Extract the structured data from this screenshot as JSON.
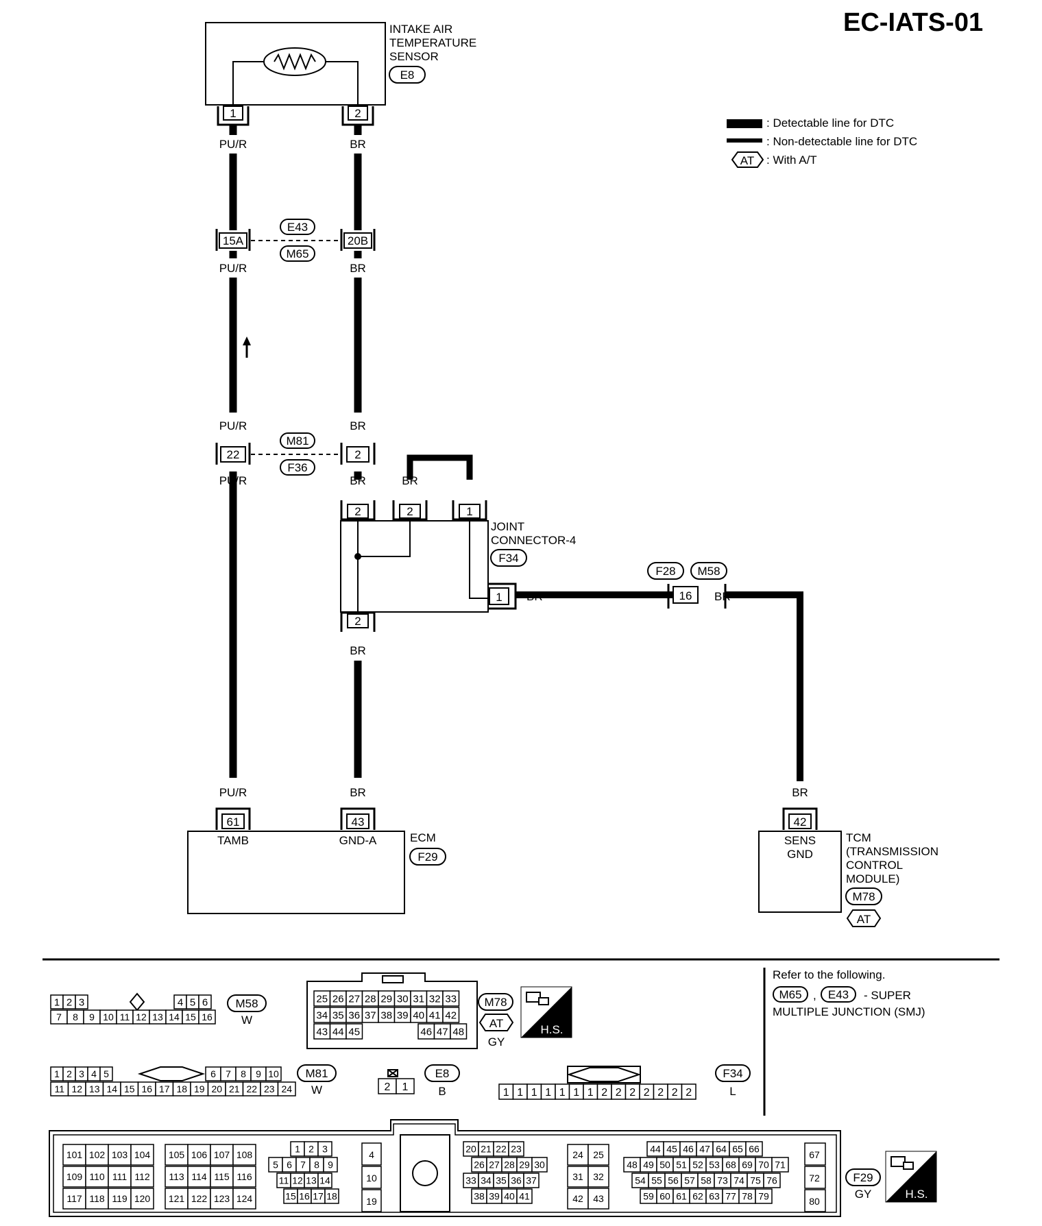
{
  "page_code": "EC-IATS-01",
  "legend": {
    "detectable": ": Detectable line for DTC",
    "non_detectable": ": Non-detectable line for DTC",
    "at_symbol": "AT",
    "at_text": ": With A/T"
  },
  "sensor": {
    "name_line1": "INTAKE AIR",
    "name_line2": "TEMPERATURE",
    "name_line3": "SENSOR",
    "connector": "E8",
    "pin_left": "1",
    "pin_right": "2"
  },
  "wires": {
    "pu_r": "PU/R",
    "br": "BR"
  },
  "junctions": {
    "e43": "E43",
    "m65": "M65",
    "m81": "M81",
    "f36": "F36",
    "pin_15a": "15A",
    "pin_20b": "20B",
    "pin_22": "22",
    "pin_2": "2"
  },
  "joint": {
    "name_line1": "JOINT",
    "name_line2": "CONNECTOR-4",
    "connector": "F34",
    "pin_top_left": "2",
    "pin_top_mid": "2",
    "pin_top_right": "1",
    "pin_side": "1",
    "pin_bottom": "2"
  },
  "inline_f28_m58": {
    "f28": "F28",
    "m58": "M58",
    "pin": "16"
  },
  "ecm": {
    "name": "ECM",
    "connector": "F29",
    "pin_tamb": "61",
    "pin_gnd": "43",
    "tamb": "TAMB",
    "gnd": "GND-A"
  },
  "tcm": {
    "pin": "42",
    "sens": "SENS",
    "gnd": "GND",
    "name_line1": "TCM",
    "name_line2": "(TRANSMISSION",
    "name_line3": "CONTROL",
    "name_line4": "MODULE)",
    "connector": "M78",
    "at": "AT"
  },
  "refer": {
    "line1": "Refer to the following.",
    "m65": "M65",
    "comma": ",",
    "e43": "E43",
    "smj1": "- SUPER",
    "smj2": "MULTIPLE JUNCTION (SMJ)"
  },
  "conn_m58": {
    "id": "M58",
    "color": "W",
    "row1_left": [
      "1",
      "2",
      "3"
    ],
    "row1_right": [
      "4",
      "5",
      "6"
    ],
    "row2": [
      "7",
      "8",
      "9",
      "10",
      "11",
      "12",
      "13",
      "14",
      "15",
      "16"
    ]
  },
  "conn_m78": {
    "id": "M78",
    "at": "AT",
    "color": "GY",
    "hs": "H.S.",
    "row1": [
      "25",
      "26",
      "27",
      "28",
      "29",
      "30",
      "31",
      "32",
      "33"
    ],
    "row2": [
      "34",
      "35",
      "36",
      "37",
      "38",
      "39",
      "40",
      "41",
      "42"
    ],
    "row3_left": [
      "43",
      "44",
      "45"
    ],
    "row3_right": [
      "46",
      "47",
      "48"
    ]
  },
  "conn_m81": {
    "id": "M81",
    "color": "W",
    "row1_left": [
      "1",
      "2",
      "3",
      "4",
      "5"
    ],
    "row1_right": [
      "6",
      "7",
      "8",
      "9",
      "10"
    ],
    "row2": [
      "11",
      "12",
      "13",
      "14",
      "15",
      "16",
      "17",
      "18",
      "19",
      "20",
      "21",
      "22",
      "23",
      "24"
    ]
  },
  "conn_e8": {
    "id": "E8",
    "color": "B",
    "cells": [
      "2",
      "1"
    ]
  },
  "conn_f34": {
    "id": "F34",
    "color": "L",
    "cells": [
      "1",
      "1",
      "1",
      "1",
      "1",
      "1",
      "1",
      "2",
      "2",
      "2",
      "2",
      "2",
      "2",
      "2"
    ]
  },
  "conn_f29": {
    "id": "F29",
    "color": "GY",
    "hs": "H.S.",
    "b1": [
      [
        "101",
        "102",
        "103",
        "104"
      ],
      [
        "109",
        "110",
        "111",
        "112"
      ],
      [
        "117",
        "118",
        "119",
        "120"
      ]
    ],
    "b2": [
      [
        "105",
        "106",
        "107",
        "108"
      ],
      [
        "113",
        "114",
        "115",
        "116"
      ],
      [
        "121",
        "122",
        "123",
        "124"
      ]
    ],
    "b3": [
      [
        "1",
        "2",
        "3"
      ],
      [
        "5",
        "6",
        "7",
        "8",
        "9"
      ],
      [
        "11",
        "12",
        "13",
        "14"
      ],
      [
        "15",
        "16",
        "17",
        "18"
      ]
    ],
    "b4": [
      "4",
      "10",
      "19"
    ],
    "b5": [
      [
        "20",
        "21",
        "22",
        "23"
      ],
      [
        "26",
        "27",
        "28",
        "29",
        "30"
      ],
      [
        "33",
        "34",
        "35",
        "36",
        "37"
      ],
      [
        "38",
        "39",
        "40",
        "41"
      ]
    ],
    "b6": [
      [
        "24",
        "25"
      ],
      [
        "31",
        "32"
      ],
      [
        "42",
        "43"
      ]
    ],
    "b7": [
      [
        "44",
        "45",
        "46",
        "47",
        "64",
        "65",
        "66"
      ],
      [
        "48",
        "49",
        "50",
        "51",
        "52",
        "53",
        "68",
        "69",
        "70",
        "71"
      ],
      [
        "54",
        "55",
        "56",
        "57",
        "58",
        "73",
        "74",
        "75",
        "76"
      ],
      [
        "59",
        "60",
        "61",
        "62",
        "63",
        "77",
        "78",
        "79"
      ]
    ],
    "b8": [
      "67",
      "72",
      "80"
    ]
  }
}
